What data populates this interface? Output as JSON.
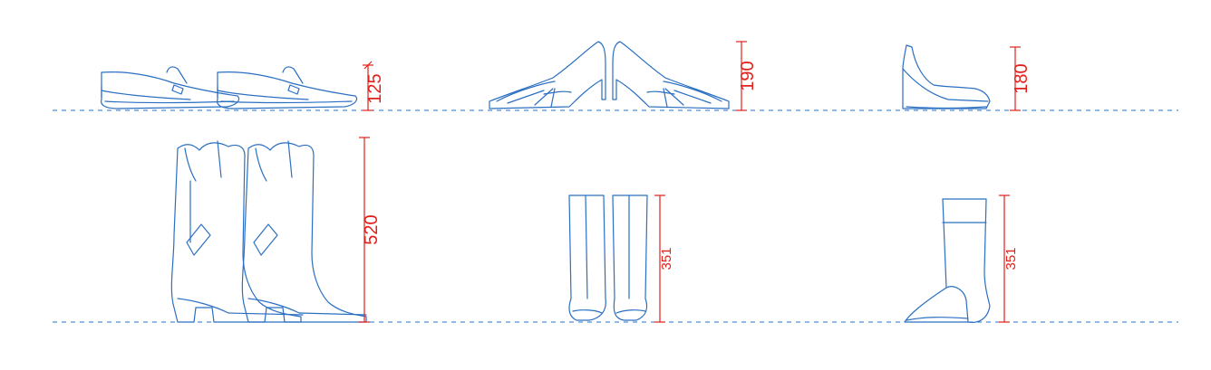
{
  "colors": {
    "drawing": "#2b6fc2",
    "dimension": "#e0201a",
    "guide": "#2b6fc2",
    "background": "#ffffff"
  },
  "dimensions": {
    "loafers_height": "125",
    "pumps_height": "190",
    "wedge_height": "180",
    "cowboy_boots_height": "520",
    "tall_boots_height": "351",
    "side_boot_height": "351"
  }
}
